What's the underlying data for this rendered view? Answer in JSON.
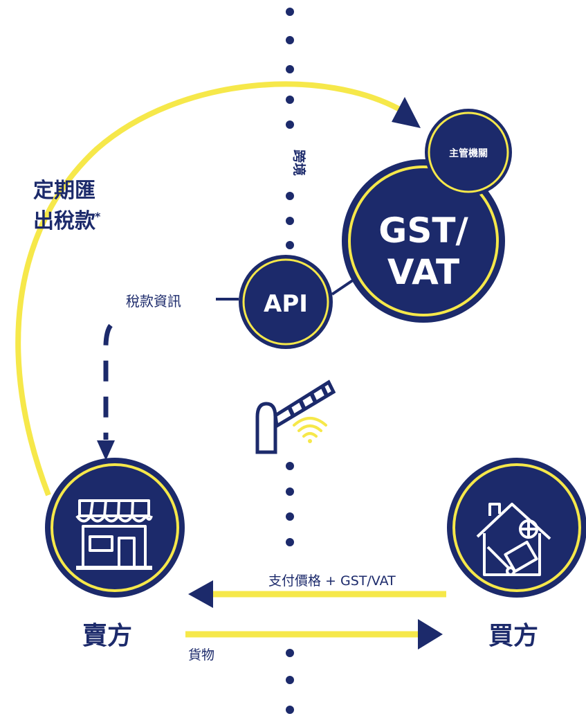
{
  "labels": {
    "border": "跨境",
    "remit_line1": "定期匯",
    "remit_line2": "出稅款",
    "remit_asterisk": "*",
    "tax_info": "稅款資訊",
    "api": "API",
    "authority": "主管機關",
    "gst_line1": "GST/",
    "gst_line2": "VAT",
    "payment": "支付價格 + GST/VAT",
    "goods": "貨物",
    "seller": "賣方",
    "buyer": "買方"
  },
  "colors": {
    "navy": "#1c2a6b",
    "yellow": "#f6e84a",
    "white": "#ffffff"
  },
  "icons": {
    "seller": "storefront-icon",
    "buyer": "house-with-moving-box-icon",
    "gate": "barrier-gate-icon",
    "signal": "wifi-signal-icon"
  }
}
